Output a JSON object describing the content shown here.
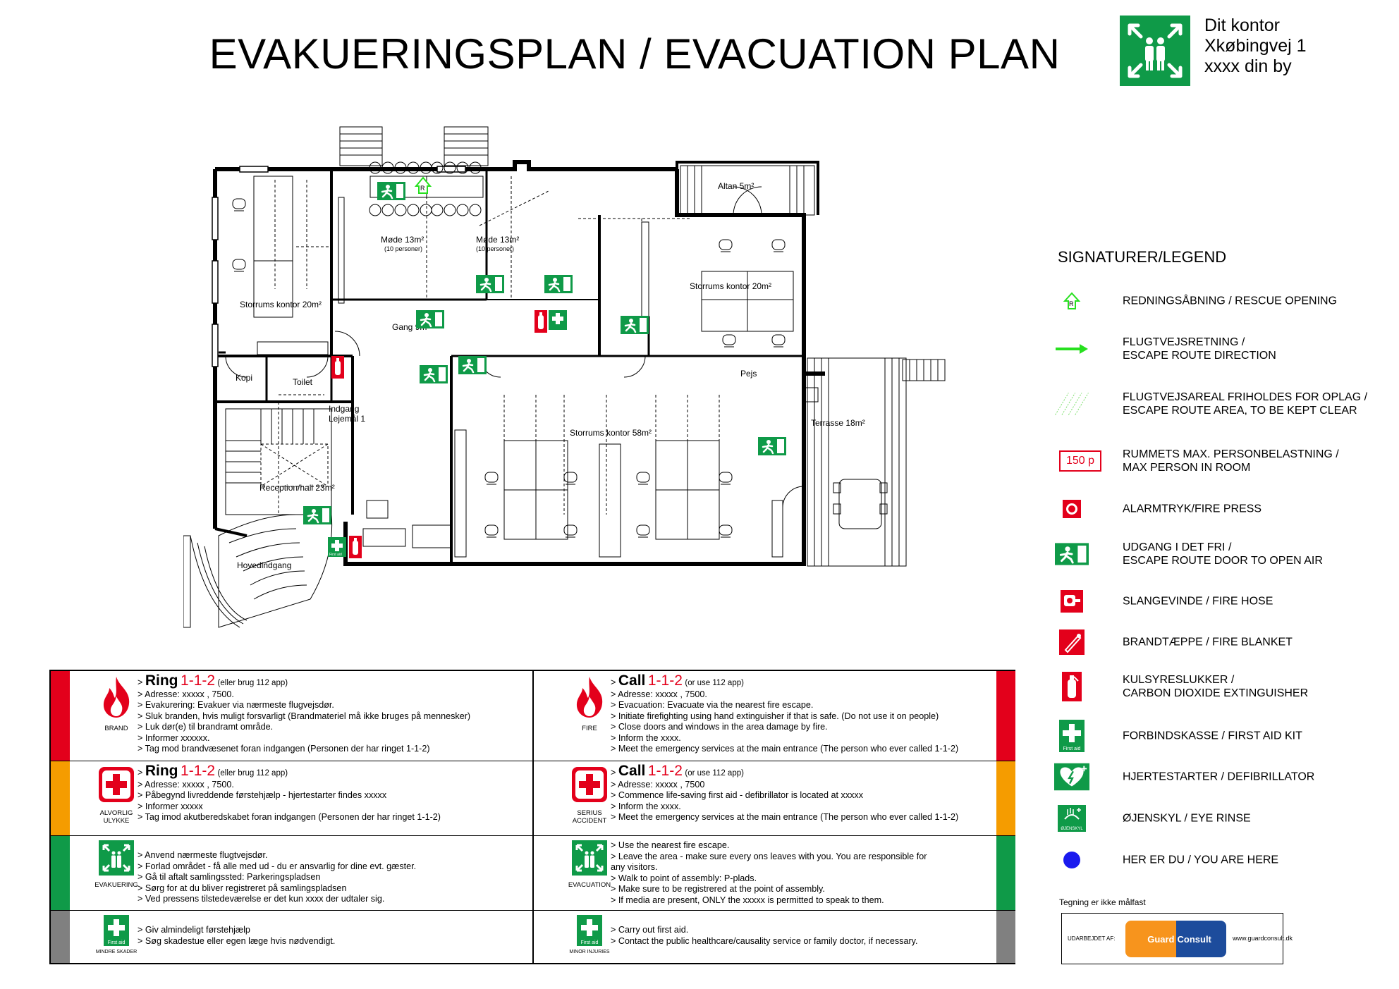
{
  "header": {
    "title": "EVAKUERINGSPLAN / EVACUATION PLAN",
    "address": [
      "Dit kontor",
      "Xkøbingvej 1",
      "xxxx din by"
    ]
  },
  "colors": {
    "safety_green": "#0f9a48",
    "fire_red": "#e3001b",
    "warning_orange": "#f59c00",
    "gray_stripe": "#808080",
    "escape_arrow": "#27e01f"
  },
  "plan": {
    "rooms": [
      {
        "label": "Altan 5m²"
      },
      {
        "label": "Møde 13m²",
        "sub": "(10 personer)"
      },
      {
        "label": "Møde 13m²",
        "sub": "(10 personer)"
      },
      {
        "label": "Storrums kontor 20m²"
      },
      {
        "label": "Storrums kontor 20m²"
      },
      {
        "label": "Gang 9m²"
      },
      {
        "label": "Kopi"
      },
      {
        "label": "Toilet"
      },
      {
        "label": "Pejs"
      },
      {
        "label": "Indgang"
      },
      {
        "label": "Lejemål 1"
      },
      {
        "label": "Storrums kontor 58m²"
      },
      {
        "label": "Terrasse 18m²"
      },
      {
        "label": "Reception/hall 23m²"
      },
      {
        "label": "Hovedindgang"
      }
    ],
    "rescue_mark": "R",
    "first_aid_text": "First aid"
  },
  "legend": {
    "title": "SIGNATURER/LEGEND",
    "items": [
      {
        "icon": "rescue-opening-icon",
        "text": "REDNINGSÅBNING / RESCUE OPENING"
      },
      {
        "icon": "escape-direction-arrow-icon",
        "text": "FLUGTVEJSRETNING /\nESCAPE ROUTE DIRECTION"
      },
      {
        "icon": "escape-area-hatch-icon",
        "text": "FLUGTVEJSAREAL FRIHOLDES FOR OPLAG /\nESCAPE ROUTE AREA, TO BE KEPT CLEAR"
      },
      {
        "icon": "max-persons-icon",
        "text": "RUMMETS MAX. PERSONBELASTNING /\nMAX PERSON IN ROOM",
        "badge": "150 p"
      },
      {
        "icon": "fire-alarm-icon",
        "text": "ALARMTRYK/FIRE PRESS"
      },
      {
        "icon": "exit-door-icon",
        "text": "UDGANG I DET FRI /\nESCAPE ROUTE DOOR TO OPEN AIR"
      },
      {
        "icon": "fire-hose-icon",
        "text": "SLANGEVINDE / FIRE HOSE"
      },
      {
        "icon": "fire-blanket-icon",
        "text": "BRANDTÆPPE / FIRE BLANKET"
      },
      {
        "icon": "extinguisher-icon",
        "text": "KULSYRESLUKKER /\nCARBON DIOXIDE EXTINGUISHER"
      },
      {
        "icon": "first-aid-kit-icon",
        "text": "FORBINDSKASSE / FIRST AID KIT",
        "badge": "First aid"
      },
      {
        "icon": "defibrillator-icon",
        "text": "HJERTESTARTER / DEFIBRILLATOR"
      },
      {
        "icon": "eye-rinse-icon",
        "text": "ØJENSKYL / EYE RINSE",
        "badge": "ØJENSKYL"
      },
      {
        "icon": "you-are-here-icon",
        "text": "HER ER DU / YOU ARE HERE"
      }
    ]
  },
  "footer": {
    "note": "Tegning er ikke målfast",
    "made_by": "UDARBEJDET AF:",
    "logo_left": "Guard",
    "logo_right": "Consult",
    "url": "www.guardconsult.dk"
  },
  "instructions": {
    "danish": [
      {
        "color": "#e3001b",
        "icon": "fire-icon",
        "label": "BRAND",
        "call_word": "Ring",
        "call_number": "1-1-2",
        "call_note": "(eller brug 112 app)",
        "lines": [
          "> Adresse: xxxxx , 7500.",
          "> Evakurering: Evakuer via nærmeste flugvejsdør.",
          "> Sluk branden, hvis muligt forsvarligt (Brandmateriel må ikke bruges på mennesker)",
          "> Luk dør(e) til brandramt område.",
          "> Informer xxxxxx.",
          "> Tag mod brandvæsenet foran indgangen (Personen der har ringet 1-1-2)"
        ]
      },
      {
        "color": "#f59c00",
        "icon": "first-aid-cross-icon",
        "label": "ALVORLIG\nULYKKE",
        "call_word": "Ring",
        "call_number": "1-1-2",
        "call_note": "(eller brug 112 app)",
        "lines": [
          "> Adresse: xxxxx , 7500.",
          "> Påbegynd livreddende førstehjælp - hjertestarter findes xxxxx",
          "> Informer xxxxx",
          "> Tag imod akutberedskabet foran indgangen (Personen der har ringet 1-1-2)"
        ]
      },
      {
        "color": "#0f9a48",
        "icon": "assembly-point-icon",
        "label": "EVAKUERING",
        "lines": [
          "> Anvend nærmeste flugtvejsdør.",
          "> Forlad området - få alle med ud - du er ansvarlig for dine evt. gæster.",
          "> Gå til aftalt samlingssted: Parkeringspladsen",
          "> Sørg for at du bliver registreret på samlingspladsen",
          "> Ved pressens tilstedeværelse er det kun xxxx der udtaler sig."
        ]
      },
      {
        "color": "#808080",
        "icon": "first-aid-kit-icon",
        "label": "MINDRE SKADER",
        "badge": "First aid",
        "lines": [
          "> Giv almindeligt førstehjælp",
          "> Søg skadestue eller egen læge hvis nødvendigt."
        ]
      }
    ],
    "english": [
      {
        "color": "#e3001b",
        "icon": "fire-icon",
        "label": "FIRE",
        "call_word": "Call",
        "call_number": "1-1-2",
        "call_note": "(or use 112 app)",
        "lines": [
          "> Adresse: xxxxx , 7500.",
          "> Evacuation: Evacuate via the nearest fire escape.",
          "> Initiate firefighting using hand extinguisher if that is safe. (Do not use it on people)",
          "> Close doors and windows in the area damage by fire.",
          "> Inform the xxxx.",
          "> Meet the emergency services at the main entrance (The person who ever called 1-1-2)"
        ]
      },
      {
        "color": "#f59c00",
        "icon": "first-aid-cross-icon",
        "label": "SERIUS\nACCIDENT",
        "call_word": "Call",
        "call_number": "1-1-2",
        "call_note": "(or use 112 app)",
        "lines": [
          "> Adresse: xxxxx , 7500",
          "> Commence life-saving first aid - defibrillator is located at xxxxx",
          "> Inform the xxxx.",
          "> Meet the emergency services at the main entrance (The person who ever called 1-1-2)"
        ]
      },
      {
        "color": "#0f9a48",
        "icon": "assembly-point-icon",
        "label": "EVACUATION",
        "lines": [
          "> Use the nearest fire escape.",
          "> Leave the area - make sure every ons leaves with you. You are responsible for\n   any visitors.",
          "> Walk to point of assembly: P-plads.",
          "> Make sure to be registrered at the point of assembly.",
          "> If media are present, ONLY the xxxxx is permitted to speak to them."
        ]
      },
      {
        "color": "#808080",
        "icon": "first-aid-kit-icon",
        "label": "MINOR INJURIES",
        "badge": "First aid",
        "lines": [
          "> Carry out first aid.",
          "> Contact the public healthcare/causality service or family doctor, if necessary."
        ]
      }
    ]
  }
}
